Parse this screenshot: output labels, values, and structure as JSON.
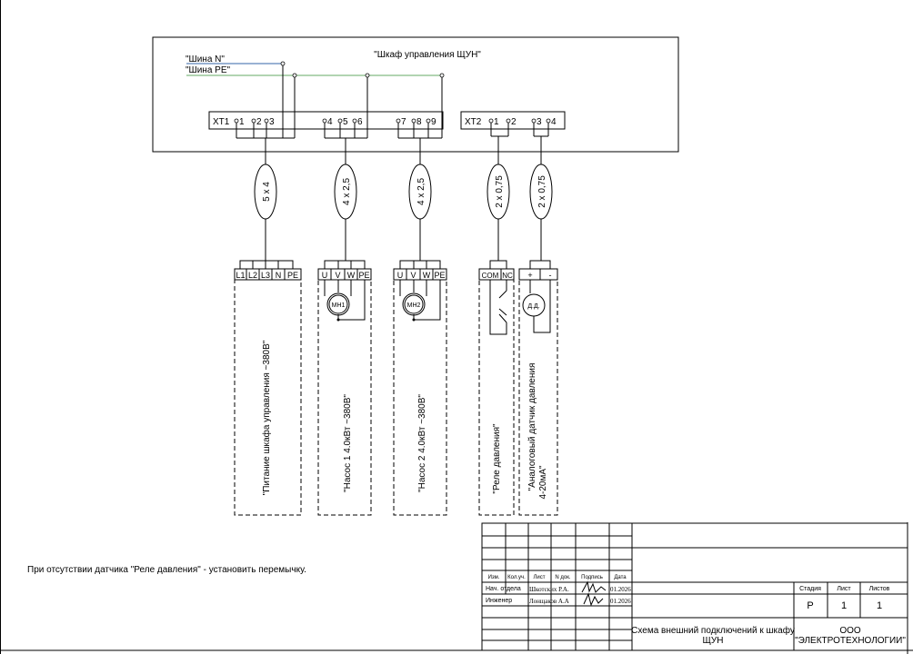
{
  "cabinet": {
    "title": "\"Шкаф управления ЩУН\""
  },
  "buses": {
    "n": "\"Шина N\"",
    "pe": "\"Шина PE\"",
    "n_color": "#3366aa",
    "pe_color": "#66aa66"
  },
  "xt1": {
    "label": "XT1",
    "t1": "1",
    "t2": "2",
    "t3": "3",
    "t4": "4",
    "t5": "5",
    "t6": "6",
    "t7": "7",
    "t8": "8",
    "t9": "9"
  },
  "xt2": {
    "label": "XT2",
    "t1": "1",
    "t2": "2",
    "t3": "3",
    "t4": "4"
  },
  "cables": {
    "c1": "5 x 4",
    "c2": "4 x 2,5",
    "c3": "4 x 2,5",
    "c4": "2 x 0,75",
    "c5": "2 x 0,75"
  },
  "dev1": {
    "terms": [
      "L1",
      "L2",
      "L3",
      "N",
      "PE"
    ],
    "label": "\"Питание шкафа управления ~380В\""
  },
  "dev2": {
    "terms": [
      "U",
      "V",
      "W",
      "PE"
    ],
    "motor": "МН1",
    "label": "\"Насос 1 4.0кВт ~380В\""
  },
  "dev3": {
    "terms": [
      "U",
      "V",
      "W",
      "PE"
    ],
    "motor": "МН2",
    "label": "\"Насос 2 4.0кВт ~380В\""
  },
  "dev4": {
    "terms": [
      "COM",
      "NC"
    ],
    "label": "\"Реле давления\""
  },
  "dev5": {
    "terms": [
      "+",
      "-"
    ],
    "sensor": "Д.Д.",
    "label_line1": "\"Аналоговый датчик давления",
    "label_line2": "4-20мА\""
  },
  "note": "При отсутствии датчика \"Реле давления\" - установить перемычку.",
  "stamp": {
    "h_izm": "Изм.",
    "h_kol": "Кол.уч.",
    "h_list": "Лист",
    "h_ndok": "N док.",
    "h_podp": "Подпись",
    "h_data": "Дата",
    "r1_role": "Нач. отдела",
    "r1_name": "Шкотских Р.А.",
    "r1_date": "01.2026",
    "r2_role": "Инженер",
    "r2_name": "Лонщаков А.А",
    "r2_date": "01.2026",
    "h_stadia": "Стадия",
    "h_list2": "Лист",
    "h_listov": "Листов",
    "stadia": "Р",
    "list": "1",
    "listov": "1",
    "title_line1": "Схема внешний подключений к шкафу",
    "title_line2": "ЩУН",
    "org_line1": "ООО",
    "org_line2": "\"ЭЛЕКТРОТЕХНОЛОГИИ\""
  }
}
